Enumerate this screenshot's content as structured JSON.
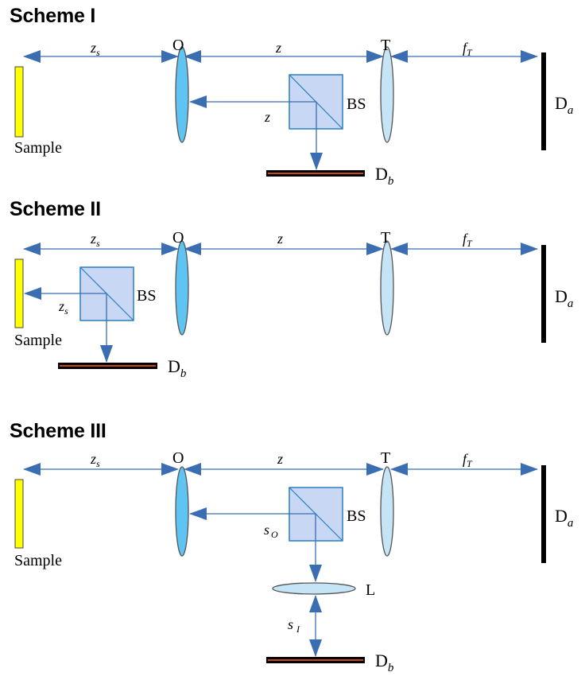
{
  "schemes": [
    {
      "title": "Scheme I",
      "dist_labels": {
        "sample_objective": "z",
        "sample_objective_sub": "s",
        "objective_tube": "z",
        "tube_detector": "f",
        "tube_detector_sub": "T",
        "bs_branch": "z"
      },
      "objective_label": "O",
      "tube_label": "T",
      "bs_label": "BS",
      "sample_label": "Sample",
      "detector_a": {
        "label": "D",
        "sub": "a"
      },
      "detector_b": {
        "label": "D",
        "sub": "b"
      }
    },
    {
      "title": "Scheme II",
      "dist_labels": {
        "sample_objective": "z",
        "sample_objective_sub": "s",
        "objective_tube": "z",
        "tube_detector": "f",
        "tube_detector_sub": "T",
        "bs_branch": "z",
        "bs_branch_sub": "s"
      },
      "objective_label": "O",
      "tube_label": "T",
      "bs_label": "BS",
      "sample_label": "Sample",
      "detector_a": {
        "label": "D",
        "sub": "a"
      },
      "detector_b": {
        "label": "D",
        "sub": "b"
      }
    },
    {
      "title": "Scheme III",
      "dist_labels": {
        "sample_objective": "z",
        "sample_objective_sub": "s",
        "objective_tube": "z",
        "tube_detector": "f",
        "tube_detector_sub": "T",
        "bs_branch": "s",
        "bs_branch_sub": "O",
        "lens_detector": "s",
        "lens_detector_sub": "I"
      },
      "objective_label": "O",
      "tube_label": "T",
      "bs_label": "BS",
      "lens_label": "L",
      "sample_label": "Sample",
      "detector_a": {
        "label": "D",
        "sub": "a"
      },
      "detector_b": {
        "label": "D",
        "sub": "b"
      }
    }
  ],
  "colors": {
    "arrow": "#3b6db3",
    "sample": "#ffff00",
    "lens_dark": "#5fc4f2",
    "lens_light": "#c5e4f6",
    "beamsplitter": "#c8d8f4",
    "bs_border": "#2a7fc2",
    "detector": "#000000",
    "detector_b_stripe": "#c8451a"
  }
}
